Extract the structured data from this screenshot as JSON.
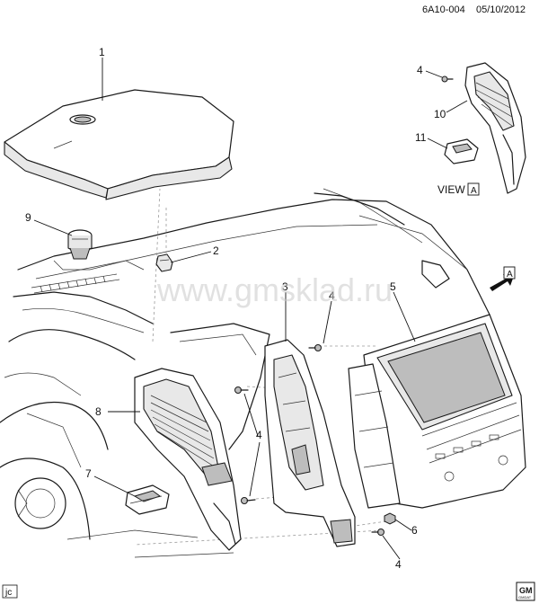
{
  "header": {
    "code": "6A10-004",
    "date": "05/10/2012"
  },
  "watermark": "www.gmsklad.ru",
  "view": {
    "label": "VIEW",
    "letter": "A"
  },
  "arrow_marker": {
    "letter": "A"
  },
  "callouts": [
    "1",
    "2",
    "3",
    "4",
    "4",
    "4",
    "4",
    "5",
    "6",
    "7",
    "8",
    "9",
    "10",
    "11"
  ],
  "footer": {
    "left_tag": "jc",
    "logo_top": "GM",
    "logo_bottom": "GMDAT"
  }
}
